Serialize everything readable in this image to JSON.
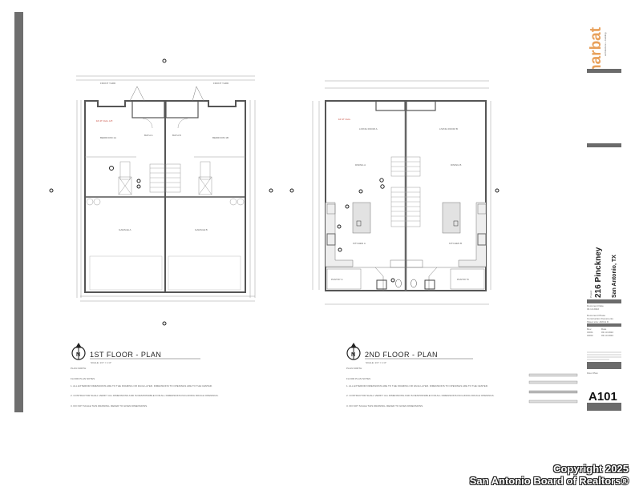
{
  "sheet": {
    "firm_logo": "harbat",
    "firm_tagline": "architecture + building",
    "project_label": "Project",
    "project_name": "216 Pinckney",
    "project_location": "San Antonio, TX",
    "document_date_label": "Document Date",
    "document_date": "03.13.2022",
    "document_phase_label": "Document Phase",
    "document_phase": "Construction Documents",
    "sheet_size": "Sheet size: ARCH D",
    "revisions_header": [
      "Rev.",
      "Date"
    ],
    "revisions": [
      {
        "rev": "CD01",
        "date": "03.13.2022"
      },
      {
        "rev": "CD02",
        "date": "03.13.2022"
      }
    ],
    "sheet_title": "Floor Plan",
    "sheet_number": "A101"
  },
  "plans": [
    {
      "title": "1ST FLOOR - PLAN",
      "scale": "SCALE: 1/4\" = 1'-0\"",
      "north": "PLAN NORTH",
      "rooms": [
        "BEDROOM 1A",
        "BATH A",
        "BATH B",
        "BEDROOM 1B",
        "GARAGE A",
        "GARAGE B",
        "FRONT YARD",
        "FRONT YARD"
      ],
      "notes_title": "FLOOR PLAN NOTES",
      "notes": [
        "1. ALL EXTERIOR DIMENSIONS ARE TO THE FRAMING OR FACE LAYER. DIMENSIONS TO OPENINGS ARE TO THE CENTER.",
        "2. CONTRACTOR SHALL VERIFY ALL DIMENSIONS AND IS RESPONSIBLE FOR ALL DIMENSIONS INCLUDING ROUGH OPENINGS.",
        "3. DO NOT SCALE THIS DRAWING. REFER TO GIVEN DIMENSIONS."
      ]
    },
    {
      "title": "2ND FLOOR - PLAN",
      "scale": "SCALE: 1/4\" = 1'-0\"",
      "north": "PLAN NORTH",
      "rooms": [
        "LIVING ROOM A",
        "LIVING ROOM B",
        "DINING A",
        "DINING B",
        "KITCHEN A",
        "KITCHEN B",
        "PANTRY A",
        "PANTRY B"
      ],
      "notes_title": "FLOOR PLAN NOTES",
      "notes": [
        "1. ALL EXTERIOR DIMENSIONS ARE TO THE FRAMING OR FACE LAYER. DIMENSIONS TO OPENINGS ARE TO THE CENTER.",
        "2. CONTRACTOR SHALL VERIFY ALL DIMENSIONS AND IS RESPONSIBLE FOR ALL DIMENSIONS INCLUDING ROUGH OPENINGS.",
        "3. DO NOT SCALE THIS DRAWING. REFER TO GIVEN DIMENSIONS."
      ]
    }
  ],
  "copyright": {
    "line1": "Copyright 2025",
    "line2": "San Antonio Board of Realtors®"
  },
  "colors": {
    "logo": "#e8a05a",
    "band": "#6b6b6b",
    "wall": "#555555",
    "accent_red": "#c0392b"
  }
}
